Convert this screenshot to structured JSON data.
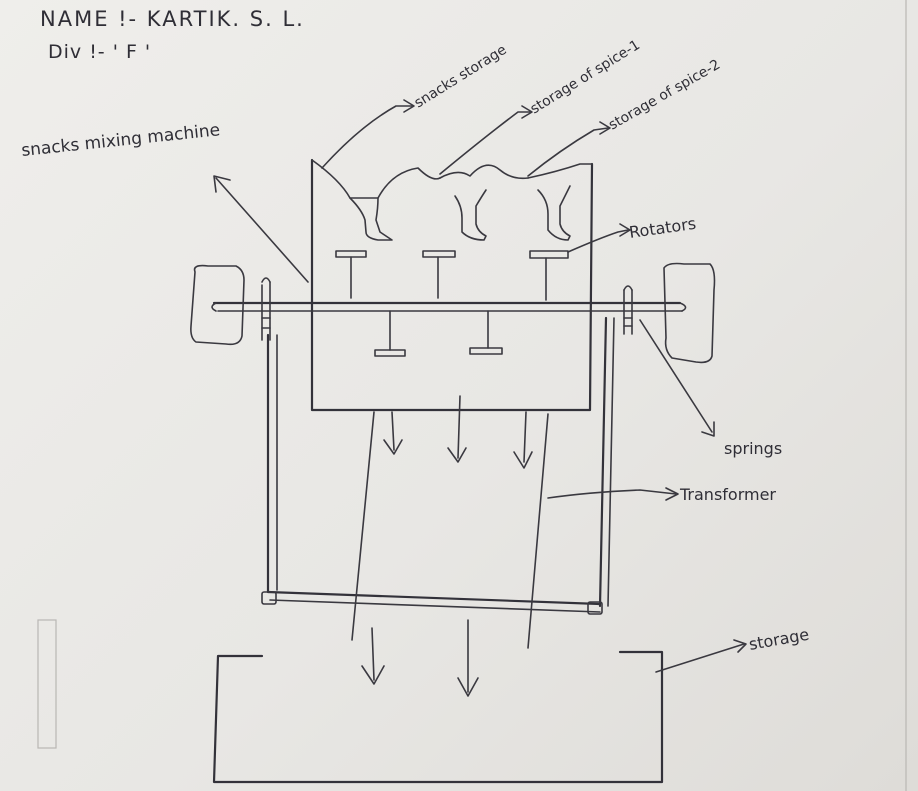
{
  "header": {
    "name_line": "NAME !- KARTIK. S. L.",
    "div_line": "Div !- ' F '"
  },
  "labels": {
    "machine": "snacks mixing machine",
    "snacks_storage": "snacks storage",
    "spice1_storage": "storage of spice-1",
    "spice2_storage": "storage of spice-2",
    "rotators": "Rotators",
    "springs": "springs",
    "transformer": "Transformer",
    "storage": "storage"
  }
}
